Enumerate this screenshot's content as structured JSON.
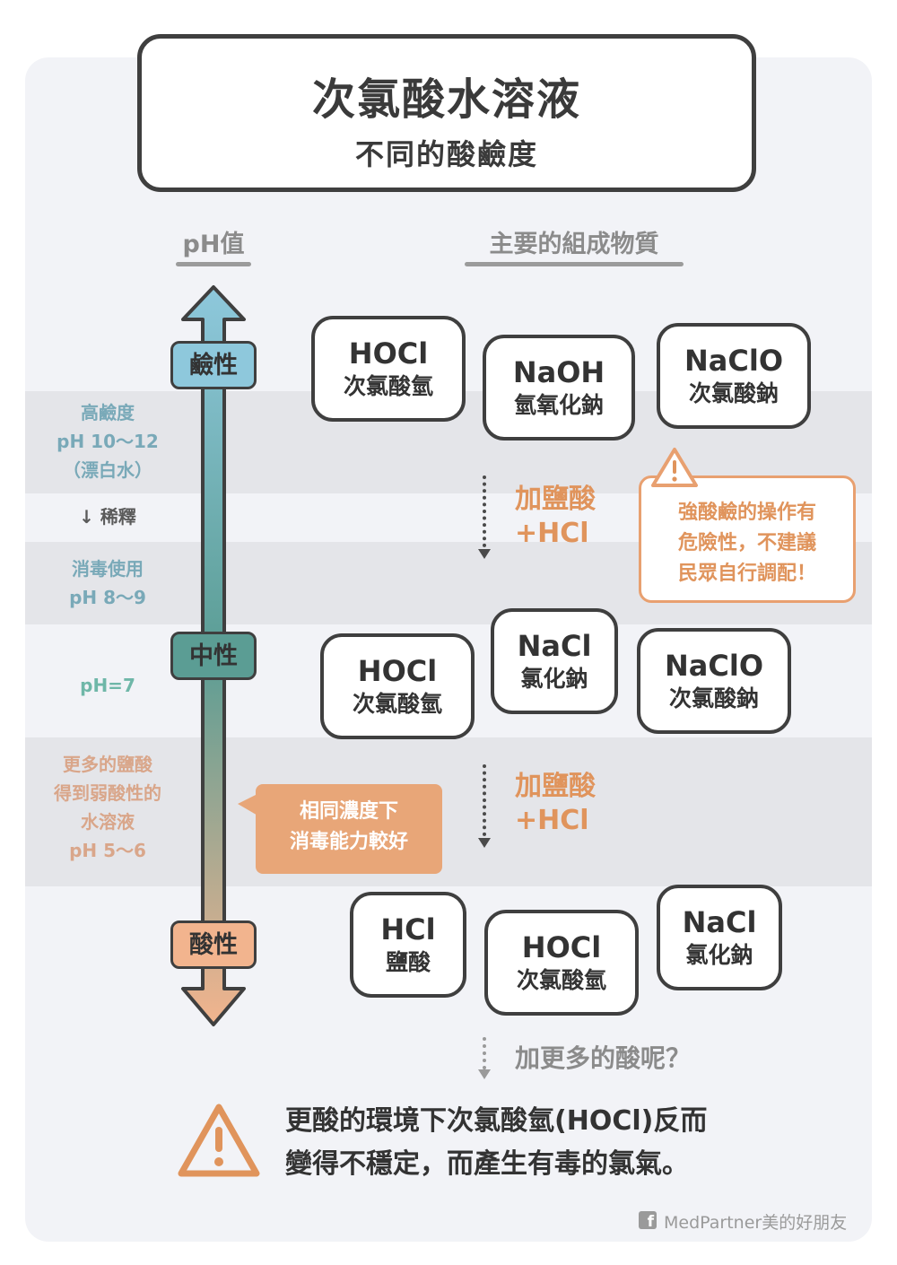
{
  "title": {
    "main": "次氯酸水溶液",
    "sub": "不同的酸鹼度"
  },
  "columns": {
    "ph": "pH值",
    "composition": "主要的組成物質"
  },
  "axis_labels": {
    "top": "鹼性",
    "middle": "中性",
    "bottom": "酸性"
  },
  "side_notes": {
    "high_alkaline": [
      "高鹼度",
      "pH 10～12",
      "（漂白水）"
    ],
    "dilute": "稀釋",
    "disinfect": [
      "消毒使用",
      "pH 8～9"
    ],
    "neutral": "pH=7",
    "acidic": [
      "更多的鹽酸",
      "得到弱酸性的",
      "水溶液",
      "pH 5～6"
    ]
  },
  "groups": {
    "alkaline": [
      {
        "formula": "HOCl",
        "name": "次氯酸氫"
      },
      {
        "formula": "NaOH",
        "name": "氫氧化鈉"
      },
      {
        "formula": "NaClO",
        "name": "次氯酸鈉"
      }
    ],
    "neutral": [
      {
        "formula": "HOCl",
        "name": "次氯酸氫"
      },
      {
        "formula": "NaCl",
        "name": "氯化鈉"
      },
      {
        "formula": "NaClO",
        "name": "次氯酸鈉"
      }
    ],
    "acidic": [
      {
        "formula": "HCl",
        "name": "鹽酸"
      },
      {
        "formula": "HOCl",
        "name": "次氯酸氫"
      },
      {
        "formula": "NaCl",
        "name": "氯化鈉"
      }
    ]
  },
  "add_acid": {
    "line1": "加鹽酸",
    "line2": "+HCl"
  },
  "warning_box": [
    "強酸鹼的操作有",
    "危險性，不建議",
    "民眾自行調配！"
  ],
  "callout": [
    "相同濃度下",
    "消毒能力較好"
  ],
  "question": "加更多的酸呢？",
  "bottom_warning": [
    "更酸的環境下次氯酸氫(HOCl)反而",
    "變得不穩定，而產生有毒的氯氣。"
  ],
  "footer": {
    "brand": "MedPartner美的好朋友",
    "icon": "facebook-icon"
  },
  "colors": {
    "alkaline": "#8ec8dc",
    "neutral": "#5b9d94",
    "acidic": "#f2b48e",
    "accent_orange": "#e0945c",
    "outline": "#3f3f3f"
  }
}
